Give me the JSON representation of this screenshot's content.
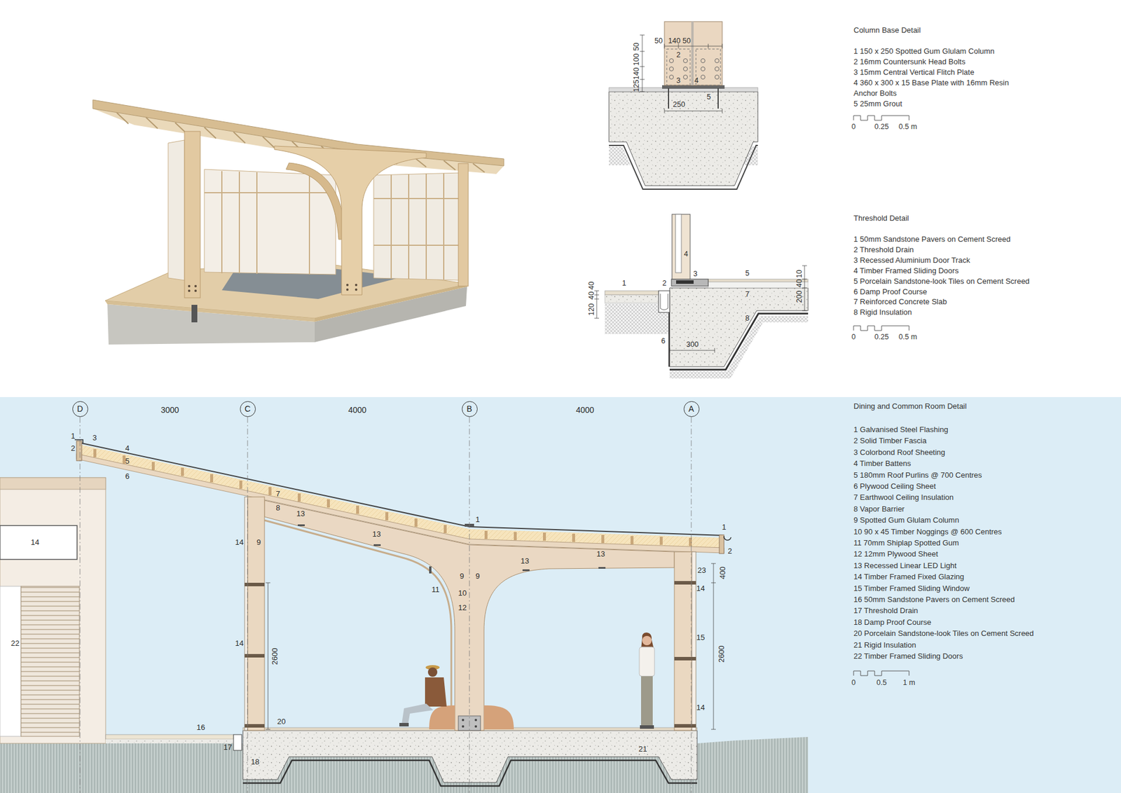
{
  "diagram": {
    "nodes": [
      {
        "text": [
          "D"
        ]
      },
      {
        "text": [
          "C"
        ]
      },
      {
        "text": [
          "B"
        ]
      },
      {
        "text": [
          "A"
        ]
      }
    ],
    "labels": [
      "50",
      "140",
      "50",
      "125",
      "140",
      "100",
      "50",
      "250",
      "2",
      "3",
      "4",
      "5",
      "Column Base Detail",
      "1 150 x 250 Spotted Gum Glulam Column",
      "2 16mm Countersunk Head Bolts",
      "3 15mm Central Vertical Flitch Plate",
      "4 360 x 300 x 15 Base Plate with 16mm Resin Anchor Bolts",
      "5 25mm Grout",
      "0",
      "0.25",
      "0.5 m",
      "1",
      "2",
      "3",
      "4",
      "5",
      "6",
      "7",
      "8",
      "300",
      "120",
      "40",
      "40",
      "200",
      "40",
      "10",
      "Threshold Detail",
      "1 50mm Sandstone Pavers on Cement Screed",
      "2 Threshold Drain",
      "3 Recessed Aluminium Door Track",
      "4 Timber Framed Sliding Doors",
      "5 Porcelain Sandstone-look Tiles on Cement Screed",
      "6 Damp Proof Course",
      "7 Reinforced Concrete Slab",
      "8 Rigid Insulation",
      "0",
      "0.25",
      "0.5 m",
      "3000",
      "4000",
      "4000",
      "1",
      "2",
      "3",
      "4",
      "5",
      "6",
      "7",
      "8",
      "13",
      "13",
      "14",
      "9",
      "14",
      "2600",
      "1",
      "13",
      "13",
      "9",
      "9",
      "11",
      "10",
      "12",
      "1",
      "2",
      "23",
      "400",
      "14",
      "15",
      "2600",
      "14",
      "20",
      "16",
      "17",
      "18",
      "21",
      "14",
      "22",
      "Dining and Common Room Detail",
      "1 Galvanised Steel Flashing",
      "2 Solid Timber Fascia",
      "3 Colorbond Roof Sheeting",
      "4 Timber Battens",
      "5 180mm Roof Purlins @ 700 Centres",
      "6 Plywood Ceiling Sheet",
      "7 Earthwool Ceiling Insulation",
      "8 Vapor Barrier",
      "9 Spotted Gum Glulam Column",
      "10 90 x 45 Timber Noggings @ 600 Centres",
      "11 70mm Shiplap Spotted Gum",
      "12 12mm Plywood Sheet",
      "13 Recessed Linear LED Light",
      "14 Timber Framed Fixed Glazing",
      "15 Timber Framed Sliding Window",
      "16 50mm Sandstone Pavers on Cement Screed",
      "17 Threshold Drain",
      "18 Damp Proof Course",
      "20 Porcelain Sandstone-look Tiles on Cement Screed",
      "21 Rigid Insulation",
      "22 Timber Framed Sliding Doors",
      "0",
      "0.5",
      "1 m"
    ]
  }
}
